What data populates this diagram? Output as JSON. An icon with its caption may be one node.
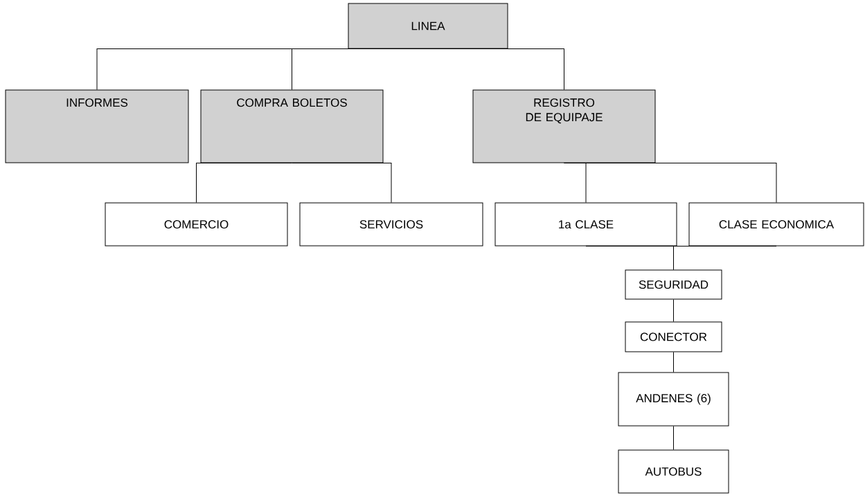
{
  "diagram": {
    "nodes": [
      {
        "text": [
          "LINEA"
        ]
      },
      {
        "text": [
          "INFORMES"
        ]
      },
      {
        "text": [
          "COMPRA BOLETOS"
        ]
      },
      {
        "text": [
          "REGISTRO DE EQUIPAJE"
        ]
      },
      {
        "text": [
          "COMERCIO"
        ]
      },
      {
        "text": [
          "SERVICIOS"
        ]
      },
      {
        "text": [
          "1a CLASE"
        ]
      },
      {
        "text": [
          "CLASE ECONOMICA"
        ]
      },
      {
        "text": [
          "SEGURIDAD"
        ]
      },
      {
        "text": [
          "CONECTOR"
        ]
      },
      {
        "text": [
          "ANDENES (6)"
        ]
      },
      {
        "text": [
          "AUTOBUS"
        ]
      }
    ],
    "edges": [
      {
        "from": 0,
        "to": 1,
        "arrow": "none"
      },
      {
        "from": 0,
        "to": 2,
        "arrow": "none"
      },
      {
        "from": 0,
        "to": 3,
        "arrow": "none"
      },
      {
        "from": 2,
        "to": 4,
        "arrow": "none"
      },
      {
        "from": 2,
        "to": 5,
        "arrow": "none"
      },
      {
        "from": 3,
        "to": 6,
        "arrow": "none"
      },
      {
        "from": 3,
        "to": 7,
        "arrow": "none"
      },
      {
        "from": 6,
        "to": 8,
        "arrow": "none"
      },
      {
        "from": 7,
        "to": 8,
        "arrow": "none"
      },
      {
        "from": 8,
        "to": 9,
        "arrow": "none"
      },
      {
        "from": 9,
        "to": 10,
        "arrow": "none"
      },
      {
        "from": 10,
        "to": 11,
        "arrow": "none"
      }
    ]
  }
}
